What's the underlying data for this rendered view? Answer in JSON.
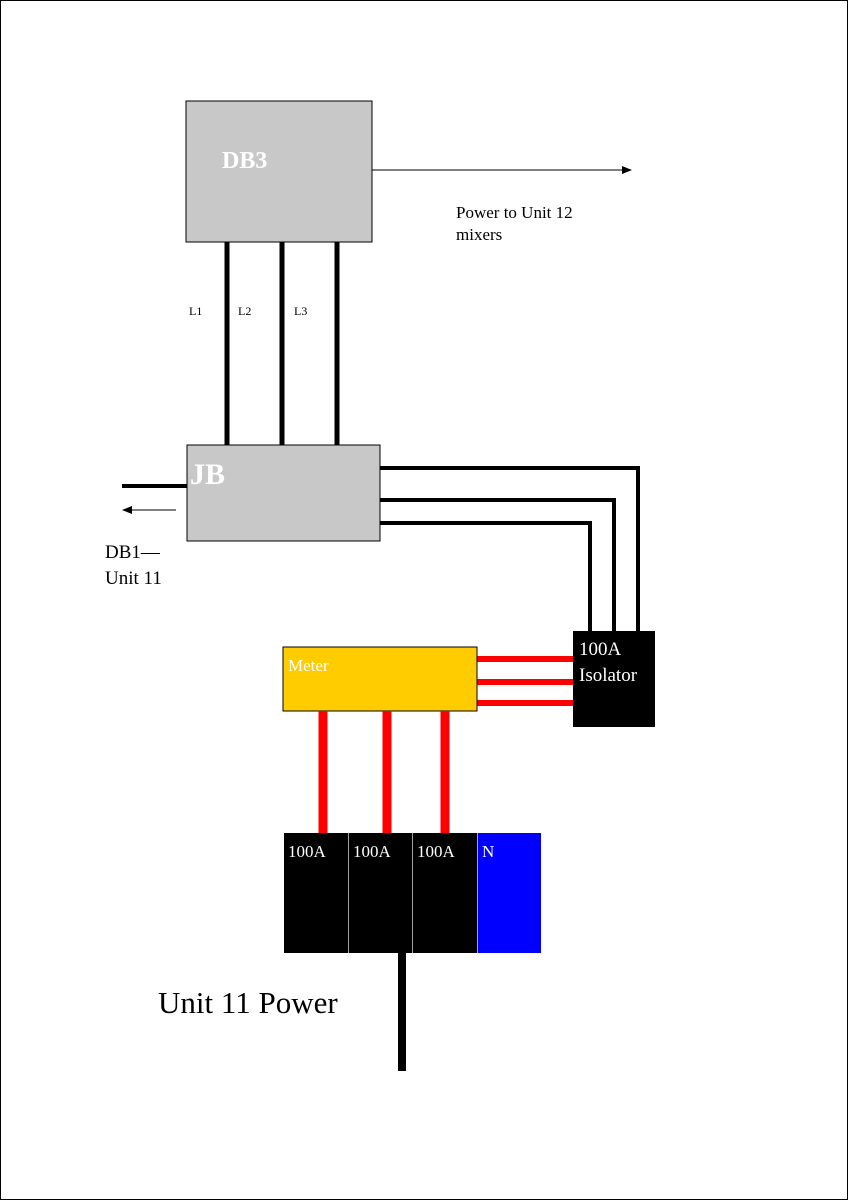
{
  "db3": {
    "label": "DB3"
  },
  "db3_phases": [
    "L1",
    "L2",
    "L3"
  ],
  "power_note": {
    "line1": "Power to Unit 12",
    "line2": "mixers"
  },
  "jb": {
    "label": "JB"
  },
  "db1_note": {
    "line1": "DB1—",
    "line2": "Unit 11"
  },
  "isolator": {
    "line1": "100A",
    "line2": "Isolator"
  },
  "meter": {
    "label": "Meter"
  },
  "breakers": [
    "100A",
    "100A",
    "100A"
  ],
  "neutral": {
    "label": "N"
  },
  "unit_label": "Unit 11 Power",
  "colors": {
    "box_fill": "#c8c8c8",
    "meter_fill": "#ffcc00",
    "live_wire": "#ff0000",
    "breaker_fill": "#000000",
    "neutral_fill": "#0000ff",
    "wire": "#000000"
  }
}
